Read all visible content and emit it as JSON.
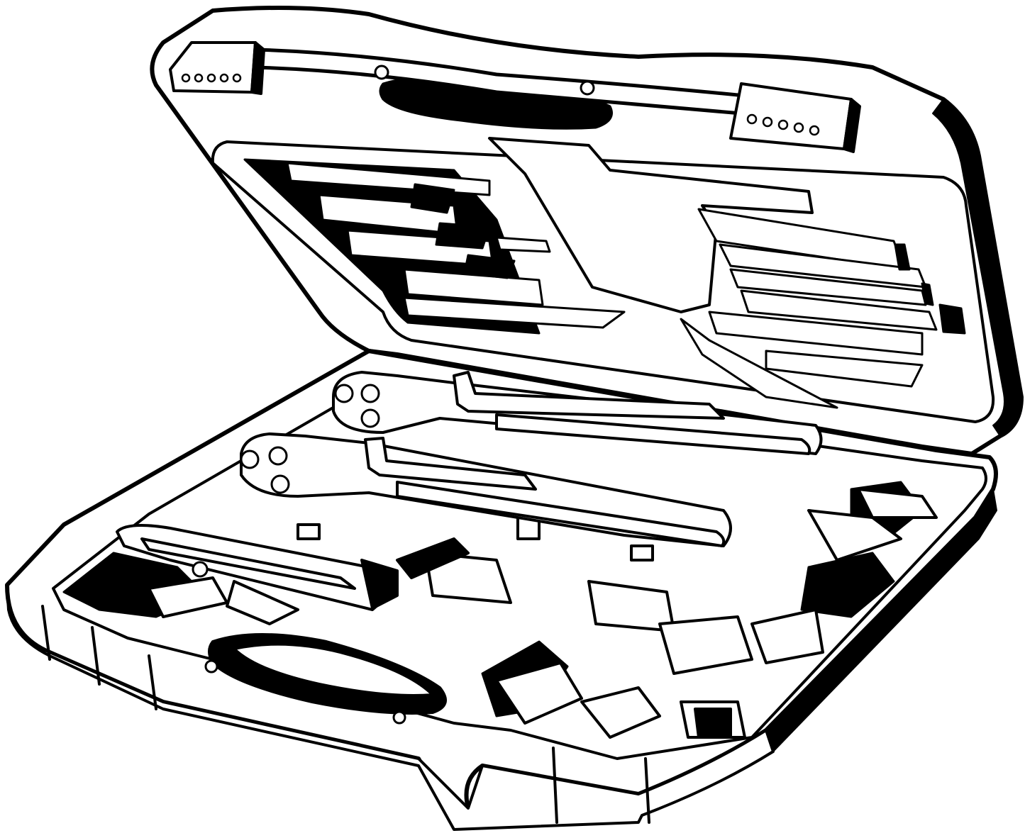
{
  "illustration": {
    "subject": "open-tool-case",
    "colors": {
      "ink": "#000000",
      "paper": "#ffffff"
    },
    "lid": {
      "hinge_clasps": 2,
      "clasp_dots_each": 5
    },
    "base": {
      "tools": [
        "pressing-tool-upper",
        "pressing-tool-lower",
        "small-tool-left"
      ]
    }
  }
}
